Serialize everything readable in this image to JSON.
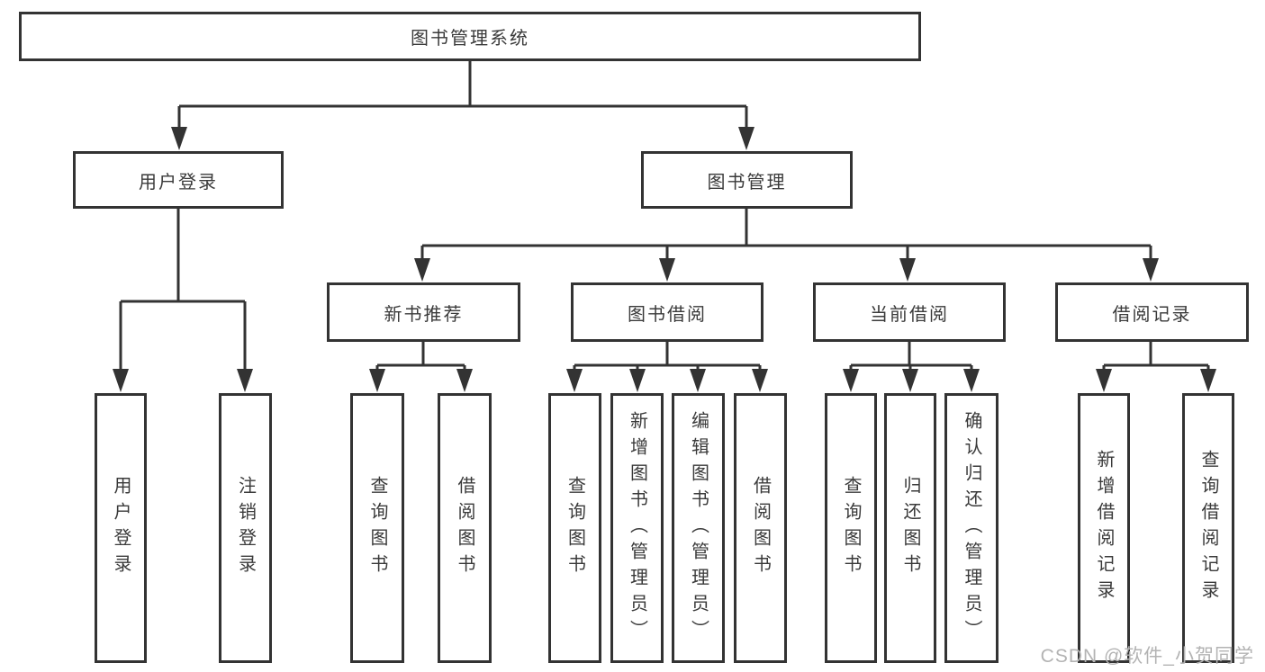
{
  "diagram": {
    "title": "图书管理系统",
    "nodes": {
      "root": "图书管理系统",
      "user_login": "用户登录",
      "book_mgmt": "图书管理",
      "new_book_rec": "新书推荐",
      "book_borrow": "图书借阅",
      "current_borrow": "当前借阅",
      "borrow_records": "借阅记录",
      "leaf_user_login": "用户登录",
      "leaf_logout": "注销登录",
      "leaf_query_book_rec": "查询图书",
      "leaf_borrow_book_rec": "借阅图书",
      "leaf_query_book_borrow": "查询图书",
      "leaf_add_book": "新增图书（管理员）",
      "leaf_edit_book": "编辑图书（管理员）",
      "leaf_borrow_book": "借阅图书",
      "leaf_query_book_current": "查询图书",
      "leaf_return_book": "归还图书",
      "leaf_confirm_return": "确认归还（管理员）",
      "leaf_add_record": "新增借阅记录",
      "leaf_query_record": "查询借阅记录"
    },
    "edges": [
      {
        "from": "root",
        "to": [
          "user_login",
          "book_mgmt"
        ]
      },
      {
        "from": "user_login",
        "to": [
          "leaf_user_login",
          "leaf_logout"
        ]
      },
      {
        "from": "book_mgmt",
        "to": [
          "new_book_rec",
          "book_borrow",
          "current_borrow",
          "borrow_records"
        ]
      },
      {
        "from": "new_book_rec",
        "to": [
          "leaf_query_book_rec",
          "leaf_borrow_book_rec"
        ]
      },
      {
        "from": "book_borrow",
        "to": [
          "leaf_query_book_borrow",
          "leaf_add_book",
          "leaf_edit_book",
          "leaf_borrow_book"
        ]
      },
      {
        "from": "current_borrow",
        "to": [
          "leaf_query_book_current",
          "leaf_return_book",
          "leaf_confirm_return"
        ]
      },
      {
        "from": "borrow_records",
        "to": [
          "leaf_add_record",
          "leaf_query_record"
        ]
      }
    ],
    "colors": {
      "line": "#333333",
      "text": "#3a3a3a",
      "background": "#ffffff",
      "watermark": "#b3b3b3"
    }
  },
  "watermark": "CSDN @软件_小贺同学"
}
